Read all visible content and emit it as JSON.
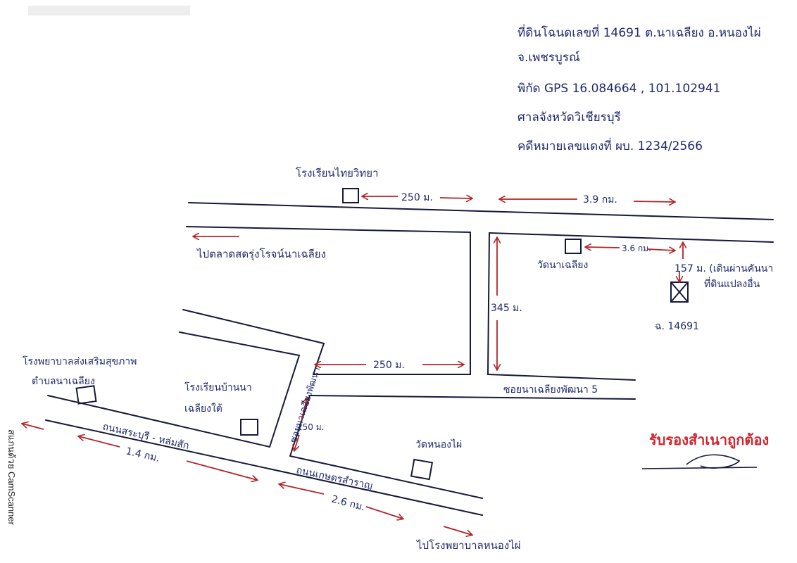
{
  "header": {
    "line1": "ที่ดินโฉนดเลขที่ 14691 ต.นาเฉลียง อ.หนองไผ่",
    "line2": "จ.เพชรบูรณ์",
    "line3": "พิกัด GPS 16.084664 , 101.102941",
    "line4": "ศาลจังหวัดวิเชียรบุรี",
    "line5": "คดีหมายเลขแดงที่ ผบ. 1234/2566"
  },
  "landmarks": {
    "school_top": "โรงเรียนไทยวิทยา",
    "market": "ไปตลาดสดรุ่งโรจน์นาเฉลียง",
    "temple_nachaliang": "วัดนาเฉลียง",
    "plot_note_line1": "157 ม. (เดินผ่านคันนา",
    "plot_note_line2": "ที่ดินแปลงอื่น",
    "plot_id": "ฉ. 14691",
    "hospital_line1": "โรงพยาบาลส่งเสริมสุขภาพ",
    "hospital_line2": "ตำบลนาเฉลียง",
    "school_bottom_line1": "โรงเรียนบ้านนา",
    "school_bottom_line2": "เฉลียงใต้",
    "soi_vertical": "ซอยนาเฉลียงพัฒนา",
    "soi_horizontal": "ซอยนาเฉลียงพัฒนา 5",
    "road_saraburi": "ถนนสระบุรี - หล่มสัก",
    "temple_nongphai": "วัดหนองไผ่",
    "road_kasetsamran": "ถนนเกษตรสำราญ",
    "to_hospital": "ไปโรงพยาบาลหนองไผ่"
  },
  "distances": {
    "d_250_top": "250 ม.",
    "d_3_9": "3.9 กม.",
    "d_3_6": "3.6 กม.",
    "d_345": "345 ม.",
    "d_250_mid": "250 ม.",
    "d_250_small": "250 ม.",
    "d_1_4": "1.4 กม.",
    "d_2_6": "2.6 กม."
  },
  "stamp": {
    "text": "รับรองสำเนาถูกต้อง"
  },
  "watermark": {
    "text": "สแกนด้วย CamScanner"
  },
  "colors": {
    "ink": "#1f2a6b",
    "accent": "#b3242a",
    "stamp": "#d1242c"
  }
}
